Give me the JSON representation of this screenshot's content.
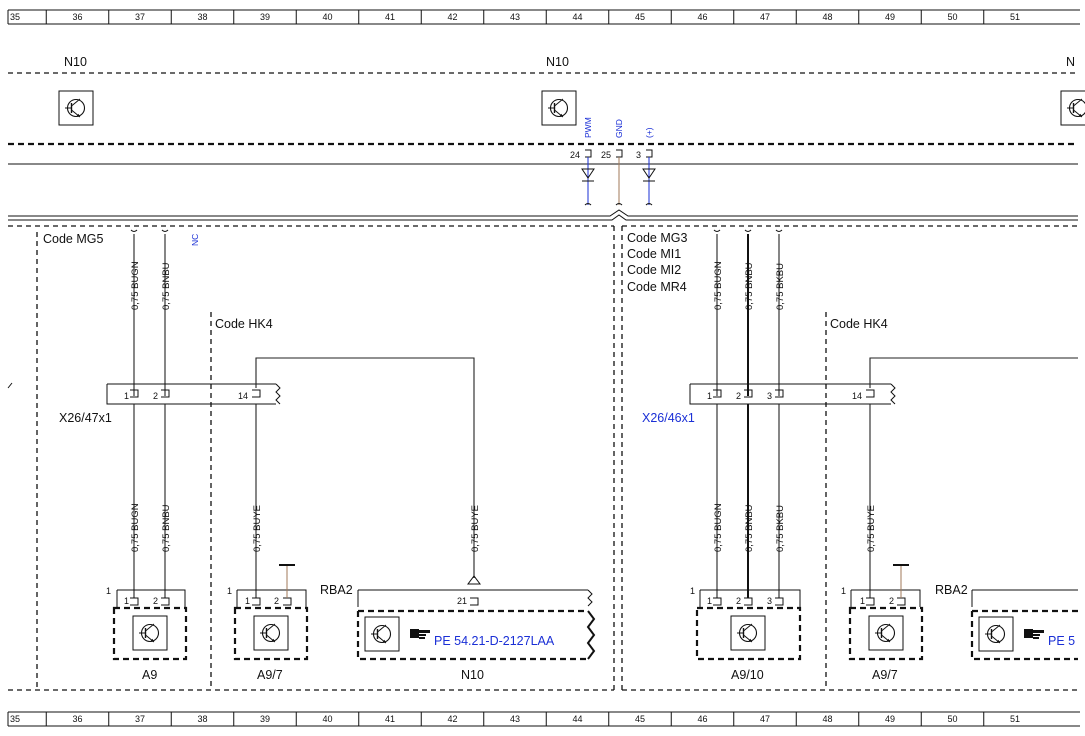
{
  "ruler": {
    "top": [
      "35",
      "36",
      "37",
      "38",
      "39",
      "40",
      "41",
      "42",
      "43",
      "44",
      "45",
      "46",
      "47",
      "48",
      "49",
      "50",
      "51"
    ],
    "bottom": [
      "35",
      "36",
      "37",
      "38",
      "39",
      "40",
      "41",
      "42",
      "43",
      "44",
      "45",
      "46",
      "47",
      "48",
      "49",
      "50",
      "51"
    ]
  },
  "modules": {
    "n10_left": "N10",
    "n10_center": "N10",
    "n10_right": "N"
  },
  "header_pins": [
    {
      "num": "24",
      "signal": "PWM"
    },
    {
      "num": "25",
      "signal": "GND"
    },
    {
      "num": "3",
      "signal": "(+)"
    }
  ],
  "left": {
    "code_main": "Code MG5",
    "nc": "NC",
    "code_sub": "Code HK4",
    "connector": "X26/47x1",
    "conn_pins": [
      "1",
      "2",
      "14"
    ],
    "wires_top": [
      "0,75 BUGN",
      "0,75 BNBU"
    ],
    "wires_bottom": [
      "0,75 BUGN",
      "0,75 BNBU",
      "0,75 BUYE",
      "0,75 BUYE"
    ],
    "comp_a9": {
      "label": "A9",
      "pin_group": "1",
      "pins": [
        "1",
        "2"
      ]
    },
    "comp_a9_7": {
      "label": "A9/7",
      "pin_group": "1",
      "pins": [
        "1",
        "2"
      ]
    },
    "rba": {
      "label": "RBA2",
      "pin": "21",
      "ref": "PE 54.21-D-2127LAA",
      "name": "N10"
    }
  },
  "right": {
    "codes": [
      "Code MG3",
      "Code MI1",
      "Code MI2",
      "Code MR4"
    ],
    "code_sub": "Code HK4",
    "connector": "X26/46x1",
    "conn_pins": [
      "1",
      "2",
      "3",
      "14"
    ],
    "wires_top": [
      "0,75 BUGN",
      "0,75 BNBU",
      "0,75 BKBU"
    ],
    "wires_bottom": [
      "0,75 BUGN",
      "0,75 BNBU",
      "0,75 BKBU",
      "0,75 BUYE"
    ],
    "comp_a9_10": {
      "label": "A9/10",
      "pin_group": "1",
      "pins": [
        "1",
        "2",
        "3"
      ]
    },
    "comp_a9_7": {
      "label": "A9/7",
      "pin_group": "1",
      "pins": [
        "1",
        "2"
      ]
    },
    "rba": {
      "label": "RBA2",
      "ref": "PE 5"
    }
  },
  "colors": {
    "line": "#111111",
    "link": "#1a2fd6",
    "ground_wire": "#a07a5a"
  },
  "icons": [
    "transistor-symbol-icon",
    "hand-pointer-icon"
  ]
}
